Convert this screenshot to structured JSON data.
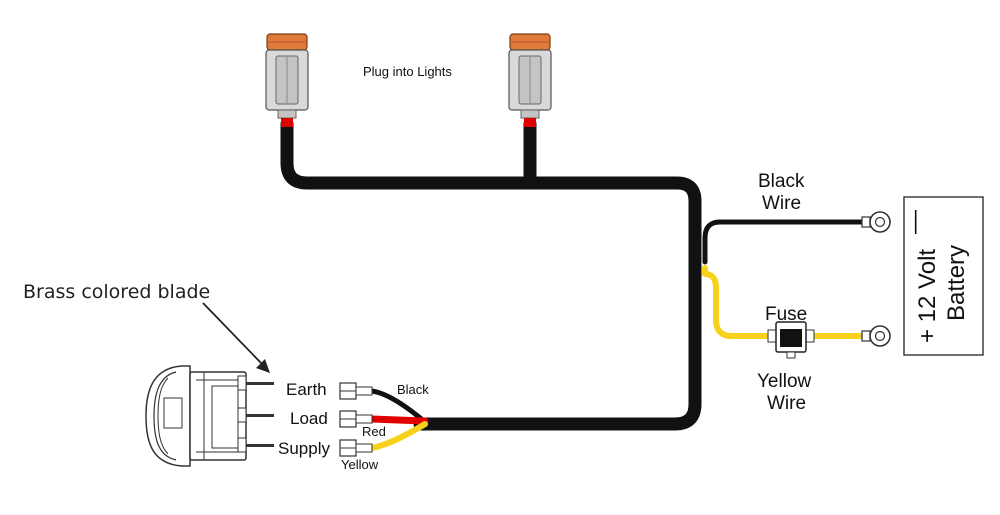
{
  "diagram": {
    "plug_label": "Plug into Lights",
    "callout_label": "Brass colored blade",
    "switch_pins": {
      "earth": "Earth",
      "load": "Load",
      "supply": "Supply"
    },
    "switch_wires": {
      "black": "Black",
      "red": "Red",
      "yellow": "Yellow"
    },
    "battery_wires": {
      "black_line1": "Black",
      "black_line2": "Wire",
      "fuse": "Fuse",
      "yellow_line1": "Yellow",
      "yellow_line2": "Wire"
    },
    "battery": {
      "voltage": "+ 12 Volt",
      "label": "Battery",
      "minus": "—"
    },
    "colors": {
      "harness": "#111111",
      "red_wire": "#e00000",
      "yellow_wire": "#f7d21a",
      "connector_body": "#d9d9d9",
      "connector_cap": "#e07a3c"
    }
  }
}
